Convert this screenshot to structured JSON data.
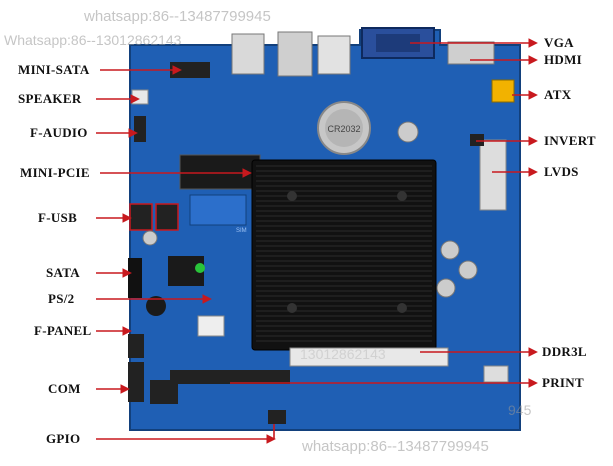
{
  "left_labels": [
    "MINI-SATA",
    "SPEAKER",
    "F-AUDIO",
    "MINI-PCIE",
    "F-USB",
    "SATA",
    "PS/2",
    "F-PANEL",
    "COM",
    "GPIO"
  ],
  "right_labels": [
    "VGA",
    "HDMI",
    "ATX",
    "INVERT",
    "LVDS",
    "DDR3L",
    "PRINT"
  ],
  "watermarks": [
    "whatsapp:86--13487799945",
    "Whatsapp:86--13012862143",
    "whatsapp:86--13487799945",
    "13012862143",
    "945"
  ],
  "board_marks": {
    "battery": "CR2032",
    "slot": "SIM"
  },
  "colors": {
    "arrow": "#c8191e",
    "pcb": "#1f5fb4",
    "heatsink": "#111111",
    "connector": "#d8d8d8"
  }
}
